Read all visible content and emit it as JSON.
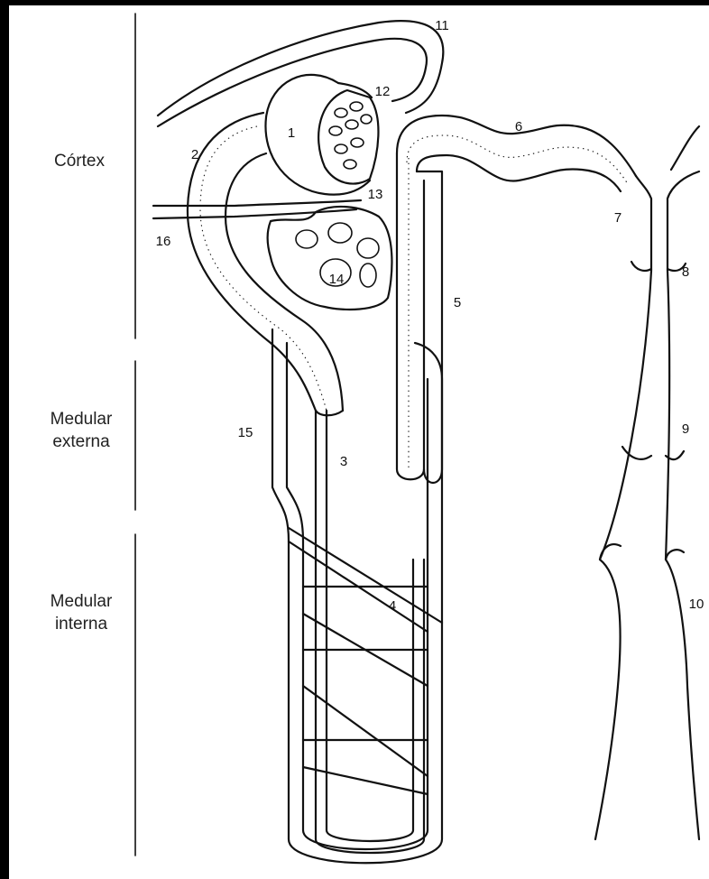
{
  "zones": [
    {
      "id": "cortex",
      "label": "Córtex"
    },
    {
      "id": "outer-medulla",
      "line1": "Medular",
      "line2": "externa"
    },
    {
      "id": "inner-medulla",
      "line1": "Medular",
      "line2": "interna"
    }
  ],
  "callouts": {
    "n1": "1",
    "n2": "2",
    "n3": "3",
    "n4": "4",
    "n5": "5",
    "n6": "6",
    "n7": "7",
    "n8": "8",
    "n9": "9",
    "n10": "10",
    "n11": "11",
    "n12": "12",
    "n13": "13",
    "n14": "14",
    "n15": "15",
    "n16": "16"
  },
  "colors": {
    "background": "#000000",
    "panel": "#ffffff",
    "ink": "#111111"
  }
}
